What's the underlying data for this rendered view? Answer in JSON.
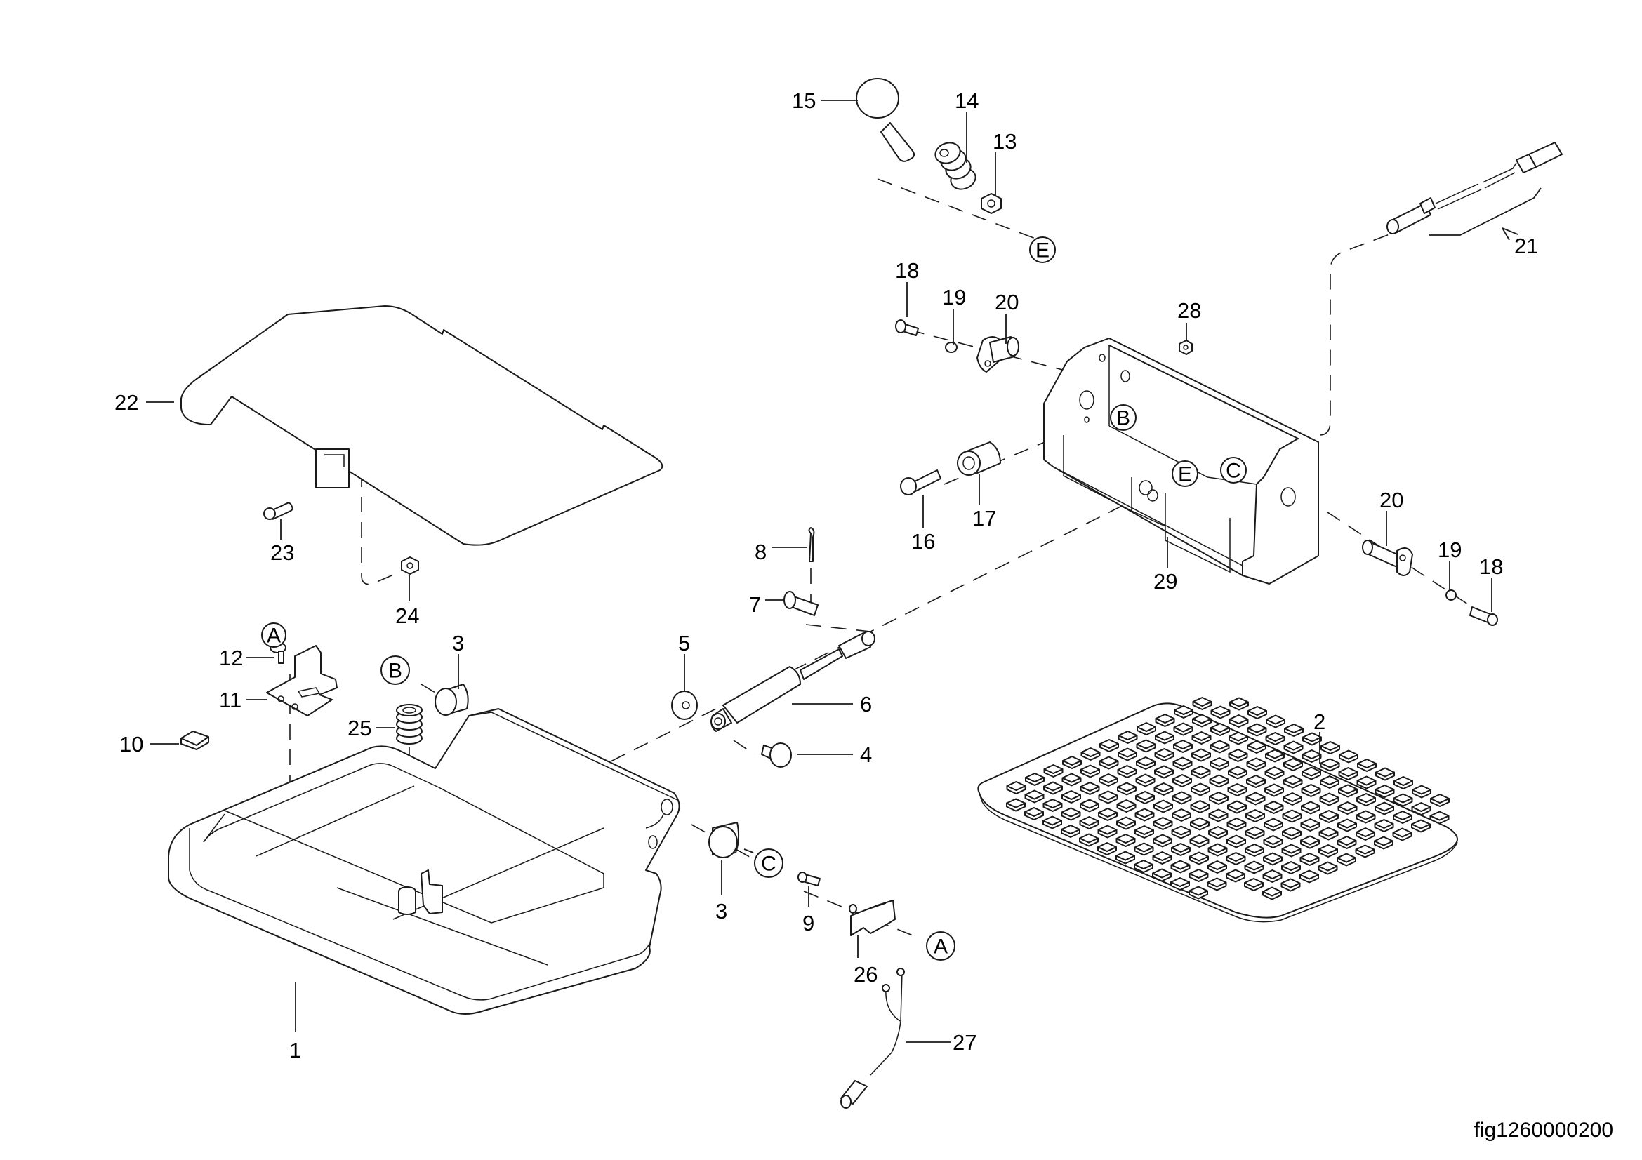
{
  "figure": {
    "id_label": "fig1260000200",
    "colors": {
      "line": "#1a1a1a",
      "background": "#ffffff",
      "text": "#000000"
    }
  },
  "callouts": [
    {
      "id": "c15",
      "text": "15",
      "part": "knob"
    },
    {
      "id": "c14",
      "text": "14",
      "part": "spring"
    },
    {
      "id": "c13",
      "text": "13",
      "part": "nut"
    },
    {
      "id": "c18a",
      "text": "18",
      "part": "screw"
    },
    {
      "id": "c19a",
      "text": "19",
      "part": "washer"
    },
    {
      "id": "c20a",
      "text": "20",
      "part": "pivot-pin"
    },
    {
      "id": "c28",
      "text": "28",
      "part": "nut"
    },
    {
      "id": "c21",
      "text": "21",
      "part": "sensor-cable"
    },
    {
      "id": "c22",
      "text": "22",
      "part": "cover-plate"
    },
    {
      "id": "c23",
      "text": "23",
      "part": "screw"
    },
    {
      "id": "c24",
      "text": "24",
      "part": "nut"
    },
    {
      "id": "c16",
      "text": "16",
      "part": "screw"
    },
    {
      "id": "c17",
      "text": "17",
      "part": "spacer"
    },
    {
      "id": "c29",
      "text": "29",
      "part": "housing"
    },
    {
      "id": "c20b",
      "text": "20",
      "part": "pivot-pin"
    },
    {
      "id": "c19b",
      "text": "19",
      "part": "washer"
    },
    {
      "id": "c18b",
      "text": "18",
      "part": "screw"
    },
    {
      "id": "c8",
      "text": "8",
      "part": "cotter-pin"
    },
    {
      "id": "c7",
      "text": "7",
      "part": "clevis-pin"
    },
    {
      "id": "c5",
      "text": "5",
      "part": "bushing"
    },
    {
      "id": "c3a",
      "text": "3",
      "part": "sleeve"
    },
    {
      "id": "c6",
      "text": "6",
      "part": "gas-spring"
    },
    {
      "id": "c4",
      "text": "4",
      "part": "ball-stud"
    },
    {
      "id": "c12",
      "text": "12",
      "part": "screw"
    },
    {
      "id": "c11",
      "text": "11",
      "part": "bracket"
    },
    {
      "id": "c10",
      "text": "10",
      "part": "pad"
    },
    {
      "id": "c25",
      "text": "25",
      "part": "spring"
    },
    {
      "id": "c2",
      "text": "2",
      "part": "tread-mat"
    },
    {
      "id": "c1",
      "text": "1",
      "part": "frame"
    },
    {
      "id": "c3b",
      "text": "3",
      "part": "sleeve"
    },
    {
      "id": "c9",
      "text": "9",
      "part": "screw"
    },
    {
      "id": "c26",
      "text": "26",
      "part": "micro-switch"
    },
    {
      "id": "c27",
      "text": "27",
      "part": "wire-harness"
    }
  ],
  "references": [
    {
      "id": "refE1",
      "letter": "E"
    },
    {
      "id": "refB1",
      "letter": "B"
    },
    {
      "id": "refE2",
      "letter": "E"
    },
    {
      "id": "refC1",
      "letter": "C"
    },
    {
      "id": "refA1",
      "letter": "A"
    },
    {
      "id": "refB2",
      "letter": "B"
    },
    {
      "id": "refC2",
      "letter": "C"
    },
    {
      "id": "refA2",
      "letter": "A"
    }
  ]
}
